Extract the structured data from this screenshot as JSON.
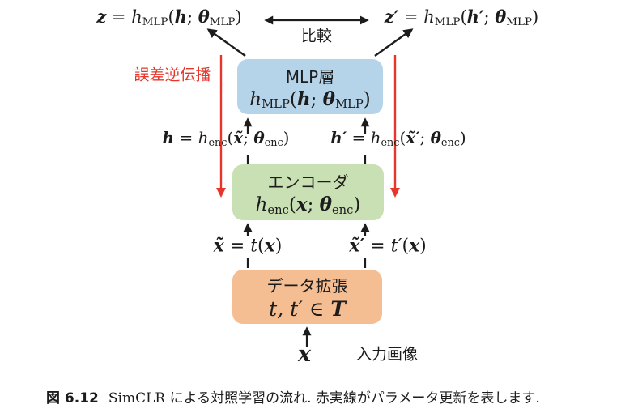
{
  "colors": {
    "mlp_box": "#b5d4ea",
    "encoder_box": "#c9e0b4",
    "augment_box": "#f4bd92",
    "red": "#e6362b",
    "black": "#1c1c1c"
  },
  "labels": {
    "compare": "比較",
    "backprop": "誤差逆伝播",
    "mlp_title": "MLP層",
    "encoder_title": "エンコーダ",
    "augment_title": "データ拡張",
    "input_image": "入力画像"
  },
  "formulas": {
    "z_left": [
      {
        "t": "z",
        "s": "bi"
      },
      {
        "t": " = ",
        "s": "r"
      },
      {
        "t": "h",
        "s": "i"
      },
      {
        "t": "MLP",
        "s": "sub"
      },
      {
        "t": "(",
        "s": "r"
      },
      {
        "t": "h",
        "s": "bi"
      },
      {
        "t": "; ",
        "s": "r"
      },
      {
        "t": "θ",
        "s": "bi"
      },
      {
        "t": "MLP",
        "s": "sub"
      },
      {
        "t": ")",
        "s": "r"
      }
    ],
    "z_right": [
      {
        "t": "z′",
        "s": "bi"
      },
      {
        "t": " = ",
        "s": "r"
      },
      {
        "t": "h",
        "s": "i"
      },
      {
        "t": "MLP",
        "s": "sub"
      },
      {
        "t": "(",
        "s": "r"
      },
      {
        "t": "h′",
        "s": "bi"
      },
      {
        "t": "; ",
        "s": "r"
      },
      {
        "t": "θ",
        "s": "bi"
      },
      {
        "t": "MLP",
        "s": "sub"
      },
      {
        "t": ")",
        "s": "r"
      }
    ],
    "mlp_box": [
      {
        "t": "h",
        "s": "i"
      },
      {
        "t": "MLP",
        "s": "sub"
      },
      {
        "t": "(",
        "s": "r"
      },
      {
        "t": "h",
        "s": "bi"
      },
      {
        "t": "; ",
        "s": "r"
      },
      {
        "t": "θ",
        "s": "bi"
      },
      {
        "t": "MLP",
        "s": "sub"
      },
      {
        "t": ")",
        "s": "r"
      }
    ],
    "h_left": [
      {
        "t": "h",
        "s": "bi"
      },
      {
        "t": " = ",
        "s": "r"
      },
      {
        "t": "h",
        "s": "i"
      },
      {
        "t": "enc",
        "s": "sub"
      },
      {
        "t": "(",
        "s": "r"
      },
      {
        "t": "x̃",
        "s": "bi"
      },
      {
        "t": "; ",
        "s": "r"
      },
      {
        "t": "θ",
        "s": "bi"
      },
      {
        "t": "enc",
        "s": "sub"
      },
      {
        "t": ")",
        "s": "r"
      }
    ],
    "h_right": [
      {
        "t": "h′",
        "s": "bi"
      },
      {
        "t": " = ",
        "s": "r"
      },
      {
        "t": "h",
        "s": "i"
      },
      {
        "t": "enc",
        "s": "sub"
      },
      {
        "t": "(",
        "s": "r"
      },
      {
        "t": "x̃′",
        "s": "bi"
      },
      {
        "t": "; ",
        "s": "r"
      },
      {
        "t": "θ",
        "s": "bi"
      },
      {
        "t": "enc",
        "s": "sub"
      },
      {
        "t": ")",
        "s": "r"
      }
    ],
    "encoder_box": [
      {
        "t": "h",
        "s": "i"
      },
      {
        "t": "enc",
        "s": "sub"
      },
      {
        "t": "(",
        "s": "r"
      },
      {
        "t": "x",
        "s": "bi"
      },
      {
        "t": "; ",
        "s": "r"
      },
      {
        "t": "θ",
        "s": "bi"
      },
      {
        "t": "enc",
        "s": "sub"
      },
      {
        "t": ")",
        "s": "r"
      }
    ],
    "xt_left": [
      {
        "t": "x̃",
        "s": "bi"
      },
      {
        "t": " = ",
        "s": "r"
      },
      {
        "t": "t",
        "s": "i"
      },
      {
        "t": "(",
        "s": "r"
      },
      {
        "t": "x",
        "s": "bi"
      },
      {
        "t": ")",
        "s": "r"
      }
    ],
    "xt_right": [
      {
        "t": "x̃′",
        "s": "bi"
      },
      {
        "t": " = ",
        "s": "r"
      },
      {
        "t": "t′",
        "s": "i"
      },
      {
        "t": "(",
        "s": "r"
      },
      {
        "t": "x",
        "s": "bi"
      },
      {
        "t": ")",
        "s": "r"
      }
    ],
    "augment_box": [
      {
        "t": "t, t′ ",
        "s": "i"
      },
      {
        "t": "∈ ",
        "s": "r"
      },
      {
        "t": "T",
        "s": "cal"
      }
    ],
    "x_input": [
      {
        "t": "x",
        "s": "bi"
      }
    ]
  },
  "caption": {
    "number": "図 6.12",
    "text": "SimCLR による対照学習の流れ. 赤実線がパラメータ更新を表します."
  }
}
